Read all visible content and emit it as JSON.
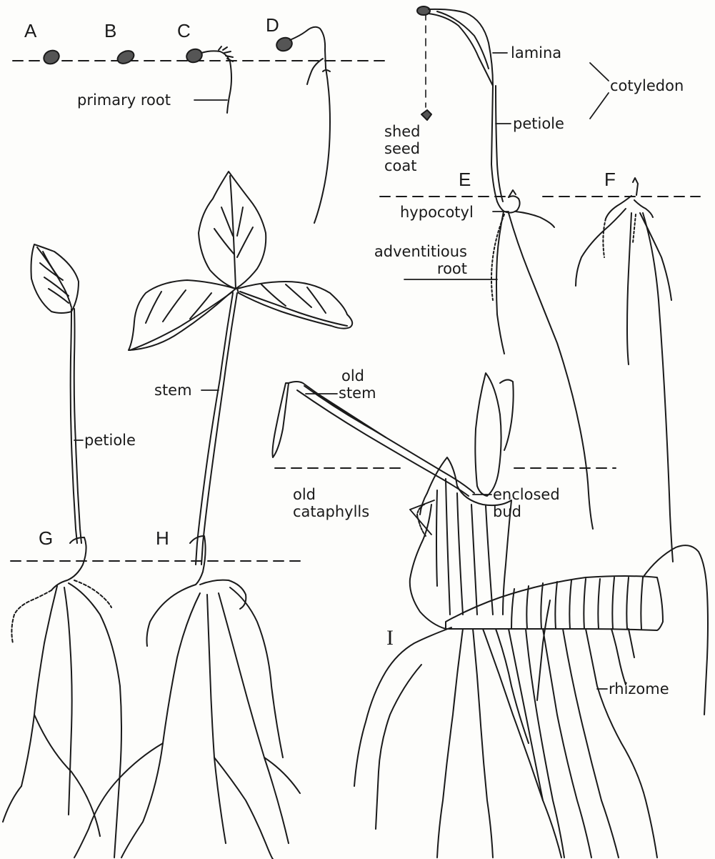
{
  "stages": [
    "A",
    "B",
    "C",
    "D",
    "E",
    "F",
    "G",
    "H",
    "I"
  ],
  "labels": {
    "primary_root": "primary root",
    "lamina": "lamina",
    "cotyledon": "cotyledon",
    "petiole_cotyledon": "petiole",
    "shed_seed_coat": [
      "shed",
      "seed",
      "coat"
    ],
    "hypocotyl": "hypocotyl",
    "adventitious_root": [
      "adventitious",
      "root"
    ],
    "petiole_leaf": "petiole",
    "stem": "stem",
    "old_stem": [
      "old",
      "stem"
    ],
    "old_cataphylls": [
      "old",
      "cataphylls"
    ],
    "enclosed_bud": [
      "enclosed",
      "bud"
    ],
    "rhizome": "rhizome"
  },
  "colors": {
    "ink": "#1a1a1a",
    "paper": "#fdfdfb",
    "seed": "#555555"
  }
}
